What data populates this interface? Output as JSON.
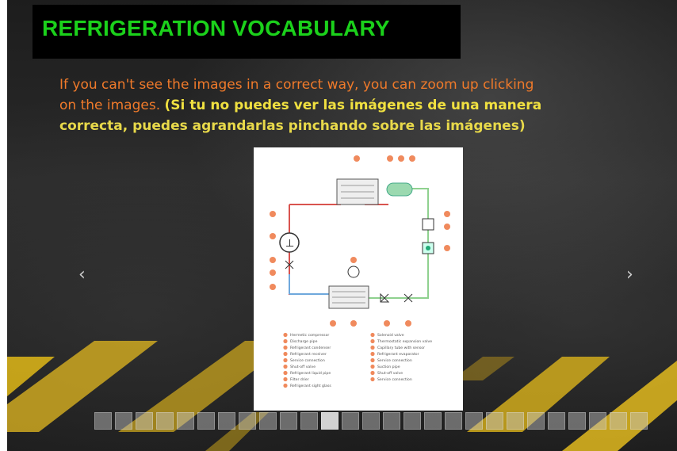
{
  "title": "REFRIGERATION VOCABULARY",
  "caption": {
    "line1": "If you can't see the images in a correct way, you can zoom up clicking",
    "line2_part1": "on the images. ",
    "line2_part2": "(Si tu no puedes ver las imágenes de una manera",
    "line3": "correcta, puedes agrandarlas pinchando sobre las imágenes)"
  },
  "navigation": {
    "prev_icon": "‹",
    "next_icon": "›"
  },
  "diagram_legend": {
    "left": [
      "Hermetic compressor",
      "Discharge pipe",
      "Refrigerant condenser",
      "Refrigerant receiver",
      "Service connection",
      "Shut-off valve",
      "Refrigerant liquid pipe",
      "Filter drier",
      "Refrigerant sight glass"
    ],
    "right": [
      "Solenoid valve",
      "Thermostatic expansion valve",
      "Capillary tube with sensor",
      "Refrigerant evaporator",
      "Service connection",
      "Suction pipe",
      "Shut-off valve",
      "Service connection"
    ]
  },
  "thumbnail_count": 27,
  "active_thumbnail": 11,
  "colors": {
    "title": "#1bd11b",
    "caption_orange": "#f07a2a",
    "caption_yellow": "#f0e040",
    "stripe_yellow": "#e8c21a"
  }
}
